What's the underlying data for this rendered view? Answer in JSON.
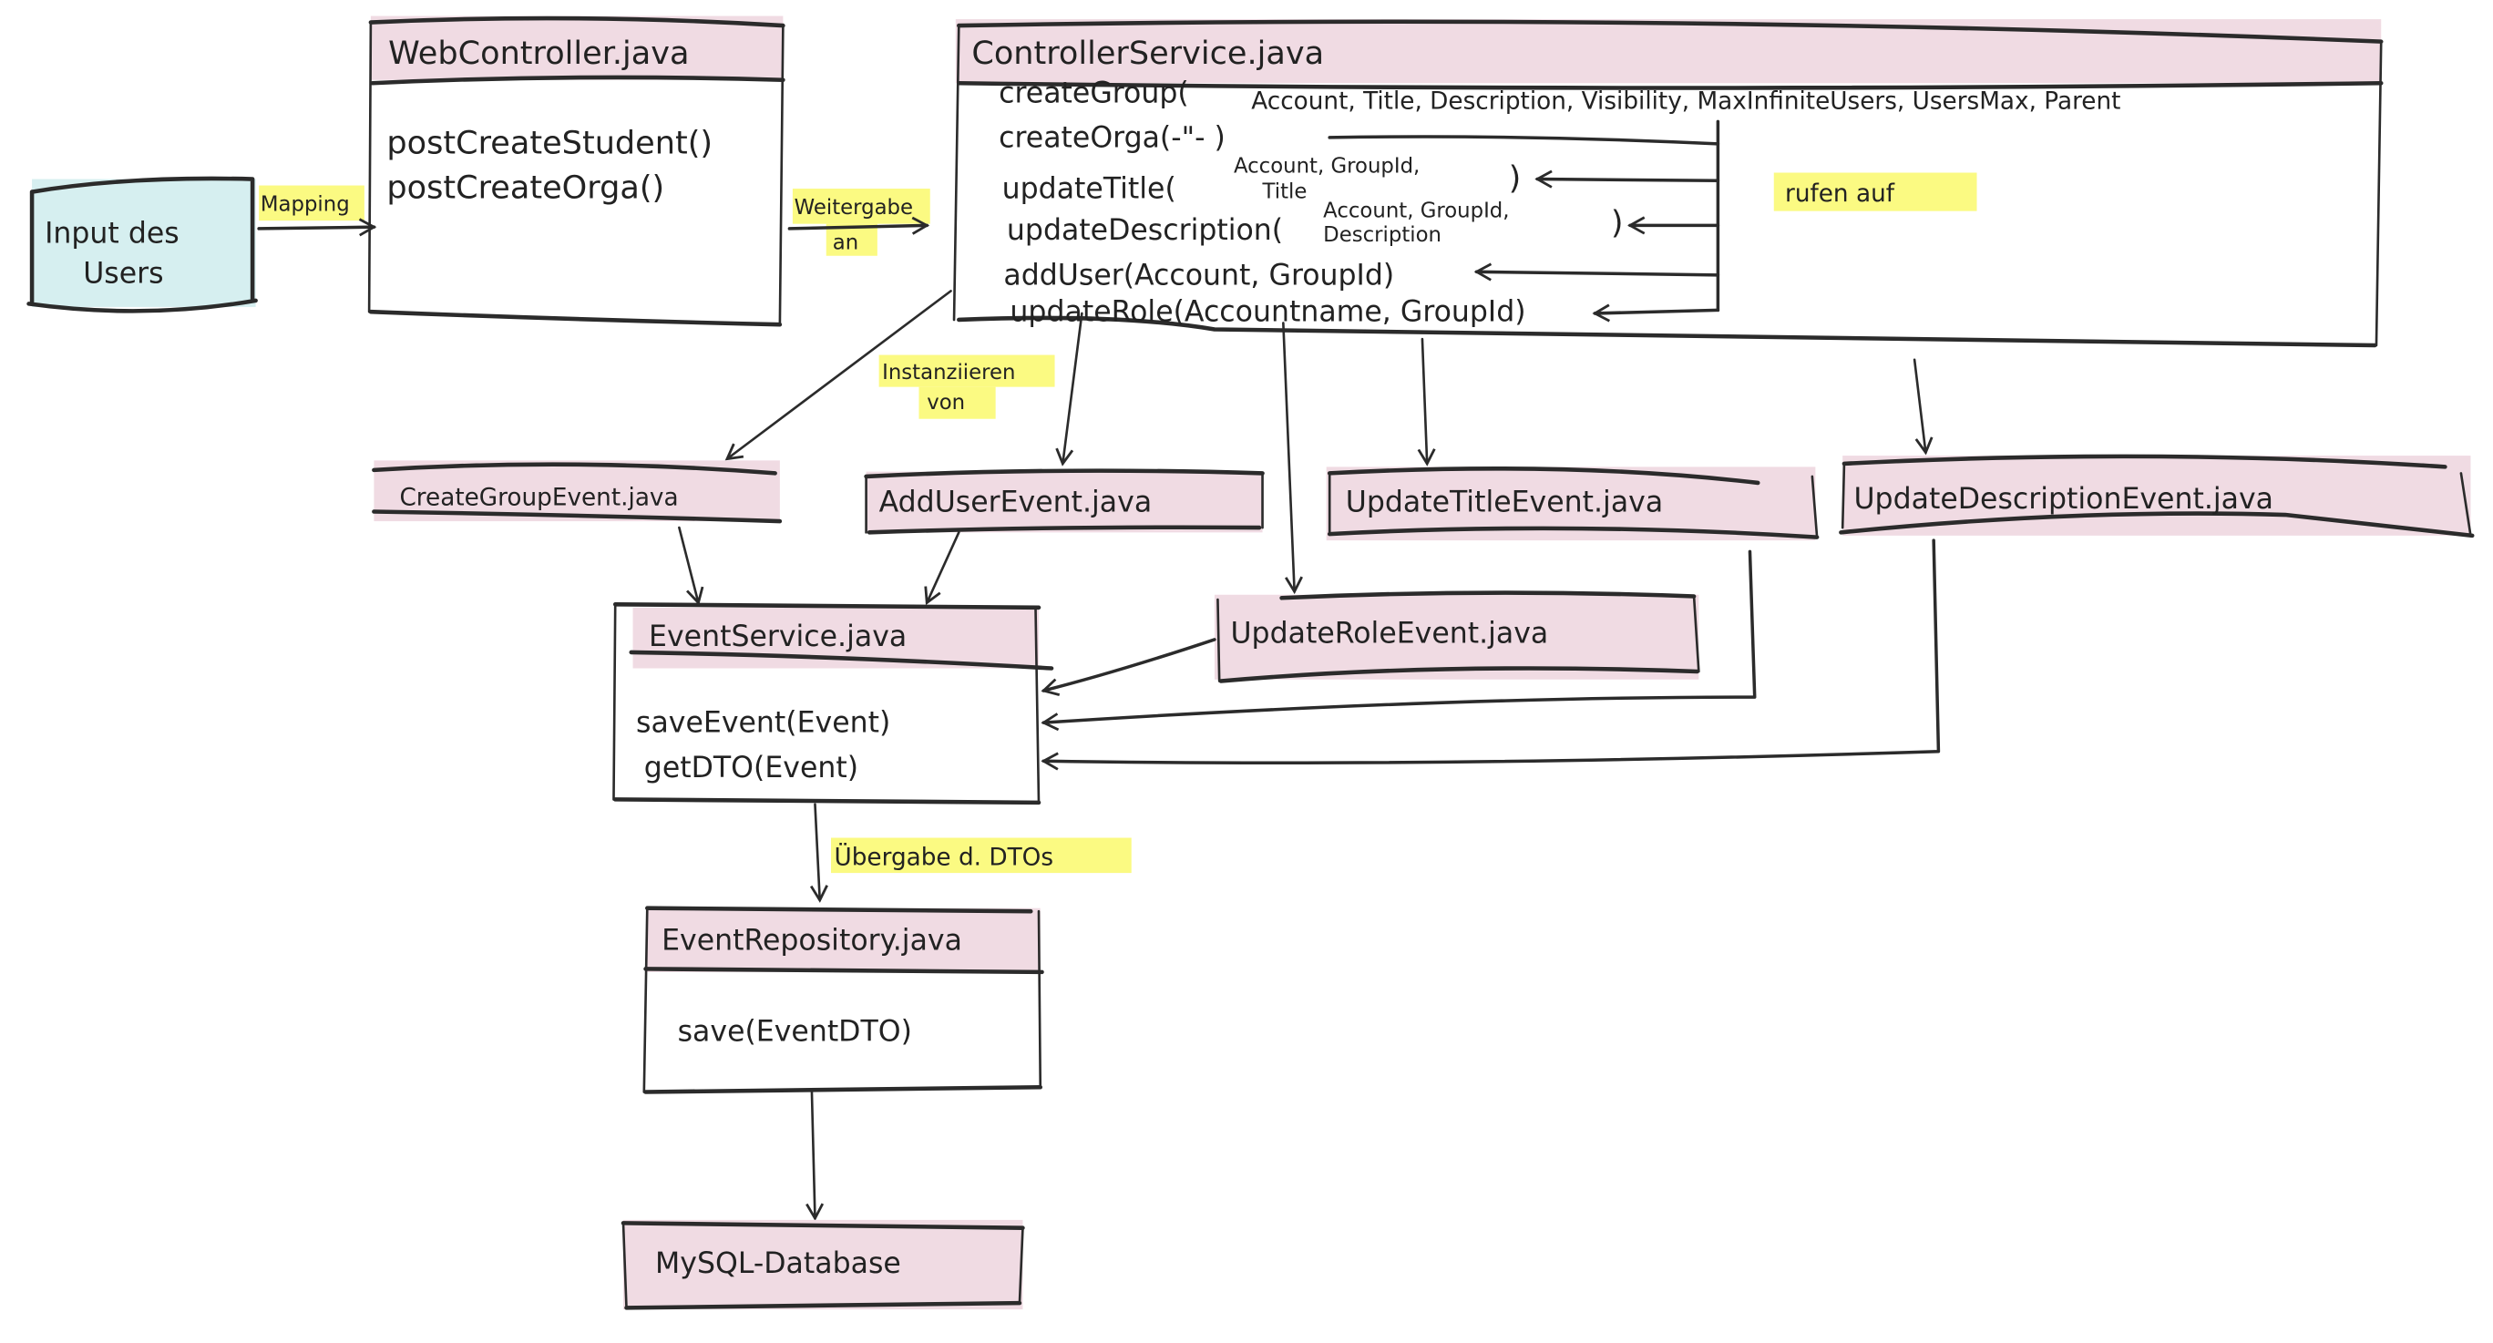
{
  "colors": {
    "header_fill": "#f0dbe3",
    "input_fill": "#d6eff0",
    "highlight": "#fbfa82",
    "stroke": "#2b2b2b"
  },
  "input_box": {
    "line1": "Input des",
    "line2": "Users"
  },
  "labels": {
    "mapping": "Mapping",
    "weitergabe_1": "Weitergabe",
    "weitergabe_2": "an",
    "rufen_auf": "rufen auf",
    "instanziieren_1": "Instanziieren",
    "instanziieren_2": "von",
    "uebergabe": "Übergabe d. DTOs"
  },
  "web_controller": {
    "title": "WebController.java",
    "methods": [
      "postCreateStudent()",
      "postCreateOrga()"
    ]
  },
  "controller_service": {
    "title": "ControllerService.java",
    "create_group": "createGroup(",
    "create_group_params": "Account, Title, Description, Visibility, MaxInfiniteUsers, UsersMax, Parent",
    "create_orga": "createOrga(-\"- )",
    "update_title": "updateTitle(",
    "update_title_params_1": "Account, GroupId,",
    "update_title_params_2": "Title",
    "update_title_close": ")",
    "update_description": "updateDescription(",
    "update_description_params_1": "Account, GroupId,",
    "update_description_params_2": "Description",
    "update_description_close": ")",
    "add_user": "addUser(Account, GroupId)",
    "update_role": "updateRole(Accountname, GroupId)"
  },
  "events": {
    "create_group": "CreateGroupEvent.java",
    "add_user": "AddUserEvent.java",
    "update_title": "UpdateTitleEvent.java",
    "update_description": "UpdateDescriptionEvent.java",
    "update_role": "UpdateRoleEvent.java"
  },
  "event_service": {
    "title": "EventService.java",
    "methods": [
      "saveEvent(Event)",
      "getDTO(Event)"
    ]
  },
  "event_repository": {
    "title": "EventRepository.java",
    "methods": [
      "save(EventDTO)"
    ]
  },
  "database": {
    "title": "MySQL-Database"
  }
}
